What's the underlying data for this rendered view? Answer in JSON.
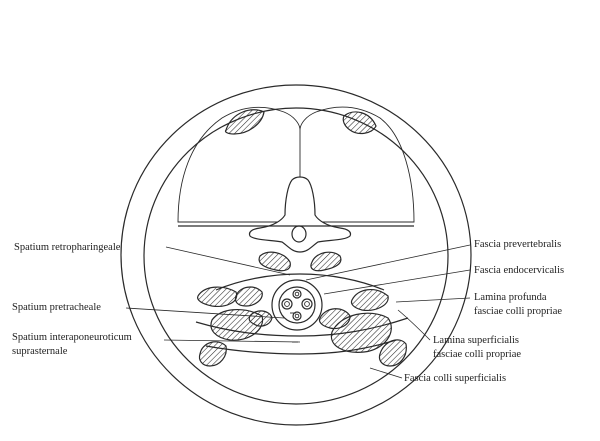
{
  "diagram": {
    "labels_left": {
      "retropharyngeal": "Spatium retropharingeale",
      "pretracheal": "Spatium pretracheale",
      "interaponeurotic_line1": "Spatium interaponeuroticum",
      "interaponeurotic_line2": "suprasternale"
    },
    "labels_right": {
      "prevertebral": "Fascia prevertebralis",
      "endocervical": "Fascia endocervicalis",
      "lamina_profunda_line1": "Lamina profunda",
      "lamina_profunda_line2": "fasciae colli propriae",
      "lamina_superficialis_line1": "Lamina superficialis",
      "lamina_superficialis_line2": "fasciae colli propriae",
      "colli_superficialis": "Fascia colli superficialis"
    },
    "colors": {
      "stroke": "#2a2a2a",
      "text": "#222222",
      "background": "#ffffff"
    }
  }
}
